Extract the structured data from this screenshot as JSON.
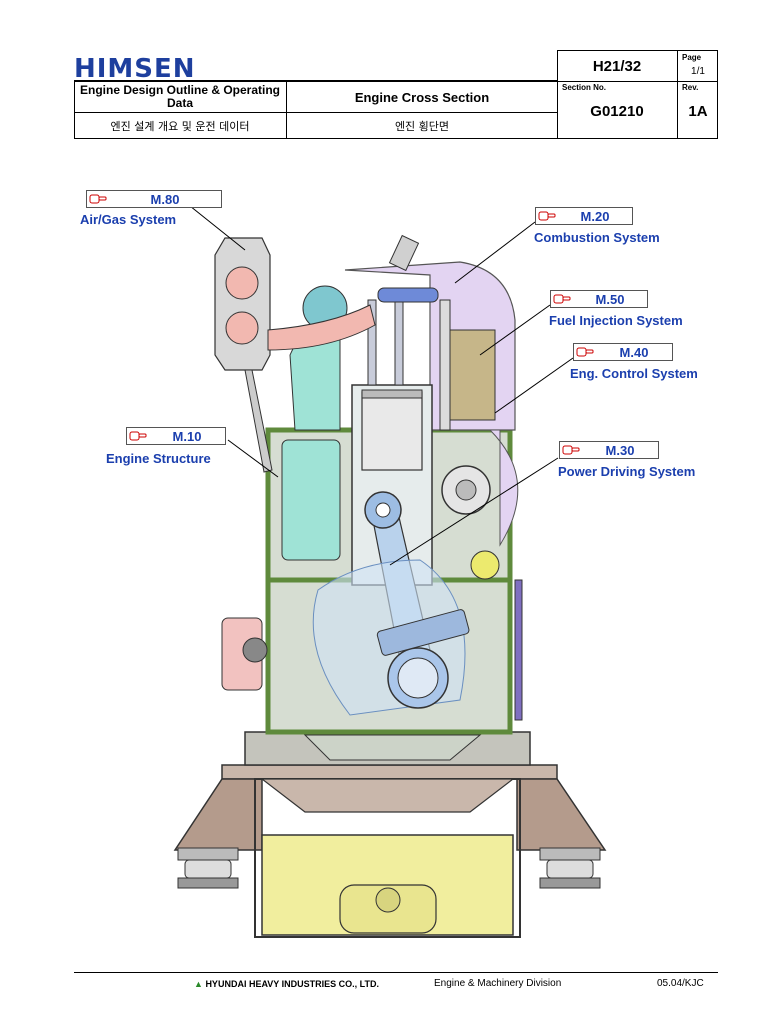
{
  "header": {
    "logo": "HIMSEN",
    "model": "H21/32",
    "page_label": "Page",
    "page_value": "1/1",
    "section_label": "Section No.",
    "section_value": "G01210",
    "rev_label": "Rev.",
    "rev_value": "1A",
    "doc_title_en": "Engine Design Outline & Operating Data",
    "doc_title_ko": "엔진 설계 개요 및 운전 데이터",
    "section_title_en": "Engine Cross Section",
    "section_title_ko": "엔진 횡단면"
  },
  "callouts": [
    {
      "code": "M.80",
      "label": "Air/Gas System"
    },
    {
      "code": "M.20",
      "label": "Combustion System"
    },
    {
      "code": "M.50",
      "label": "Fuel Injection System"
    },
    {
      "code": "M.40",
      "label": "Eng. Control System"
    },
    {
      "code": "M.10",
      "label": "Engine Structure"
    },
    {
      "code": "M.30",
      "label": "Power Driving System"
    }
  ],
  "footer": {
    "company": "HYUNDAI HEAVY INDUSTRIES CO., LTD.",
    "division": "Engine & Machinery Division",
    "date_code": "05.04/KJC"
  },
  "colors": {
    "brand_blue": "#1e3f9e",
    "label_blue": "#1b3fae",
    "structure_green": "#5f8a3c",
    "cooling_cyan": "#9fe3d6",
    "gas_pink": "#f2b8b0",
    "cover_lavender": "#e3d4f2",
    "oil_yellow": "#f1ee9e",
    "frame_brown": "#b49b8c"
  }
}
